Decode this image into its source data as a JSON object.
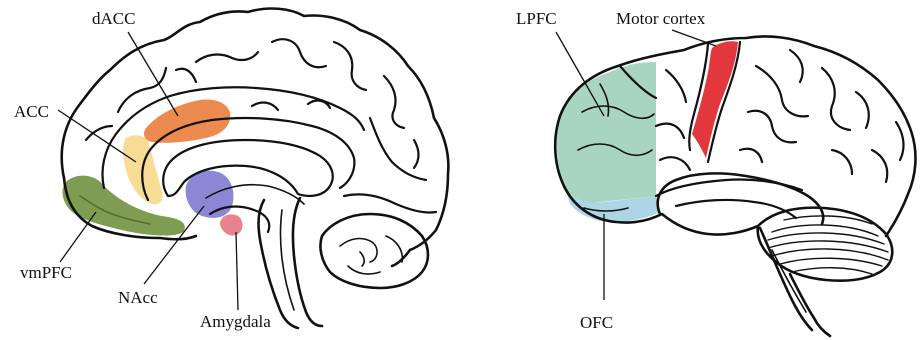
{
  "medial_view": {
    "labels": {
      "dacc": "dACC",
      "acc": "ACC",
      "vmpfc": "vmPFC",
      "nacc": "NAcc",
      "amygdala": "Amygdala"
    },
    "colors": {
      "dacc": "#ec8a4f",
      "acc": "#f6dc95",
      "vmpfc": "#7e9d53",
      "nacc": "#8b87d4",
      "amygdala": "#e8838e"
    }
  },
  "lateral_view": {
    "labels": {
      "lpfc": "LPFC",
      "motor_cortex": "Motor cortex",
      "ofc": "OFC"
    },
    "colors": {
      "lpfc": "#a8d5c2",
      "motor_cortex": "#e2383d",
      "ofc": "#acd6e6"
    }
  }
}
